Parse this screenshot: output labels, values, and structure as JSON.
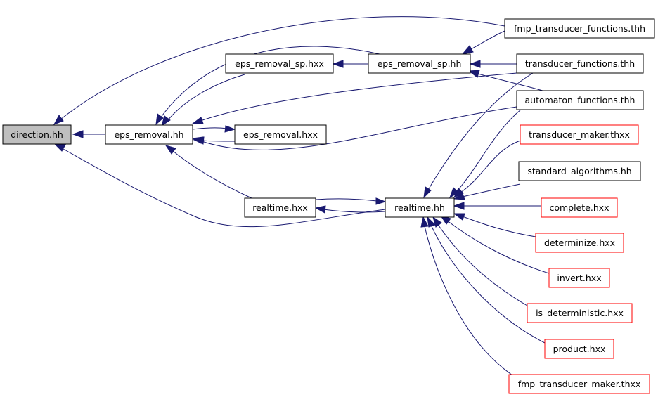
{
  "nodes": {
    "direction_hh": "direction.hh",
    "eps_removal_hh": "eps_removal.hh",
    "eps_removal_hxx": "eps_removal.hxx",
    "eps_removal_sp_hxx": "eps_removal_sp.hxx",
    "eps_removal_sp_hh": "eps_removal_sp.hh",
    "realtime_hxx": "realtime.hxx",
    "realtime_hh": "realtime.hh",
    "fmp_transducer_functions_thh": "fmp_transducer_functions.thh",
    "transducer_functions_thh": "transducer_functions.thh",
    "automaton_functions_thh": "automaton_functions.thh",
    "transducer_maker_thxx": "transducer_maker.thxx",
    "standard_algorithms_hh": "standard_algorithms.hh",
    "complete_hxx": "complete.hxx",
    "determinize_hxx": "determinize.hxx",
    "invert_hxx": "invert.hxx",
    "is_deterministic_hxx": "is_deterministic.hxx",
    "product_hxx": "product.hxx",
    "fmp_transducer_maker_thxx": "fmp_transducer_maker.thxx"
  },
  "colors": {
    "edge": "#191970",
    "root_fill": "#bfbfbf",
    "truncated_border": "#ff0000",
    "border": "#000000"
  }
}
